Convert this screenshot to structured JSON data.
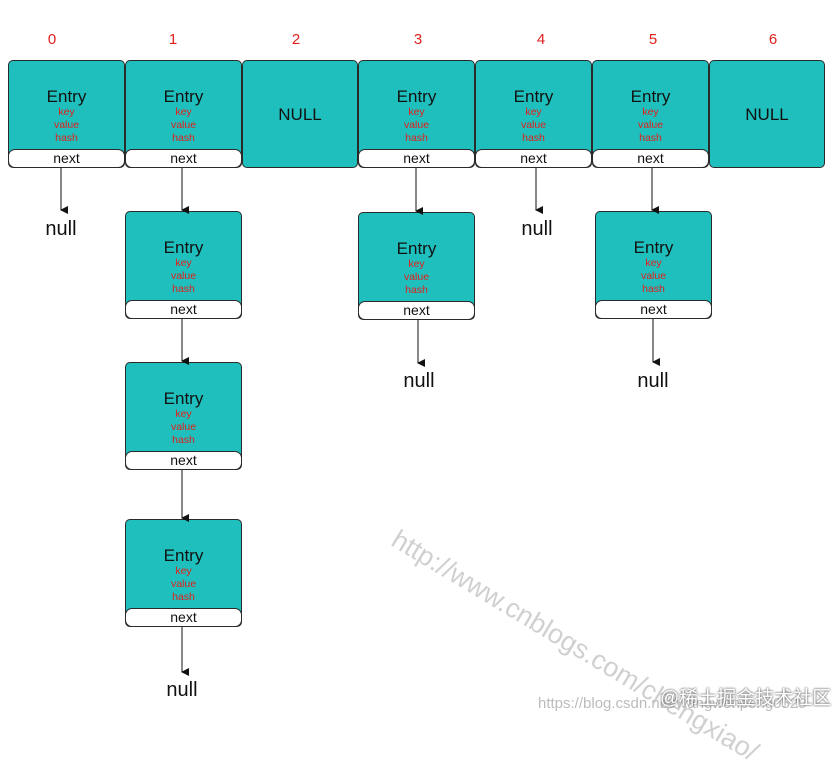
{
  "bucket_indices": [
    "0",
    "1",
    "2",
    "3",
    "4",
    "5",
    "6"
  ],
  "entry_title": "Entry",
  "fields": [
    "key",
    "value",
    "hash"
  ],
  "next_label": "next",
  "null_slot_label": "NULL",
  "null_pointer_label": "null",
  "watermark": "http://www.cnblogs.com/chengxiao/",
  "footer_url": "https://blog.csdn.net/wangwenpeng0529",
  "footer_brand": "@稀土掘金技术社区",
  "colors": {
    "box_fill": "#1fbfbd",
    "index_text": "#e0201c",
    "field_text": "#e0201c",
    "border": "#2a2a2a"
  }
}
